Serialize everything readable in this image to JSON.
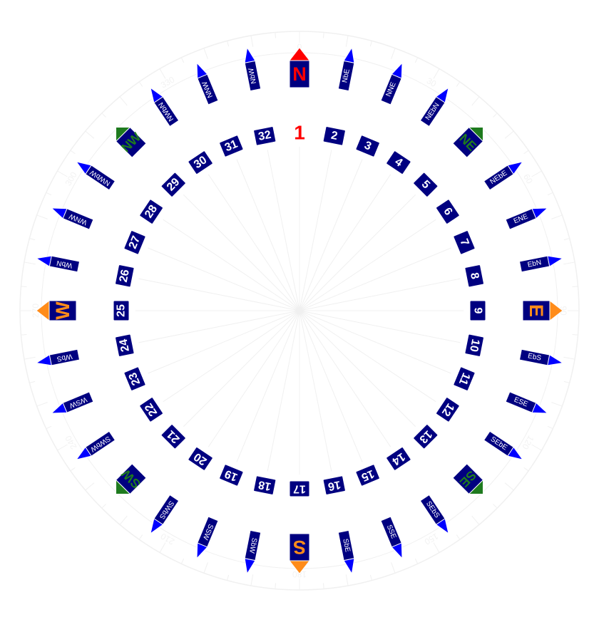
{
  "rose": {
    "points": [
      "N",
      "NbE",
      "NNE",
      "NEbN",
      "NE",
      "NEbE",
      "ENE",
      "EbN",
      "E",
      "EbS",
      "ESE",
      "SEbE",
      "SE",
      "SEbS",
      "SSE",
      "SbE",
      "S",
      "SbW",
      "SSW",
      "SWbS",
      "SW",
      "SWbW",
      "WSW",
      "WbS",
      "W",
      "WbN",
      "WNW",
      "NWbW",
      "NW",
      "NWbN",
      "NNW",
      "NbW"
    ],
    "numbers": [
      "1",
      "2",
      "3",
      "4",
      "5",
      "6",
      "7",
      "8",
      "9",
      "10",
      "11",
      "12",
      "13",
      "14",
      "15",
      "16",
      "17",
      "18",
      "19",
      "20",
      "21",
      "22",
      "23",
      "24",
      "25",
      "26",
      "27",
      "28",
      "29",
      "30",
      "31",
      "32"
    ],
    "degree_labels": [
      "0",
      "30",
      "60",
      "90",
      "120",
      "150",
      "180",
      "210",
      "240",
      "270",
      "300",
      "330"
    ],
    "colors": {
      "north_tip": "#ff0000",
      "north_text": "#ff0000",
      "cardinal_tip": "#ff8c1a",
      "cardinal_text": "#ff8c1a",
      "intercardinal_tip": "#1e7a1e",
      "intercardinal_text": "#1e7a1e",
      "minor_tip": "#0000ff",
      "box_fill": "#000080",
      "label_white": "#ffffff",
      "faint_lines": "#f0f0f0"
    }
  }
}
